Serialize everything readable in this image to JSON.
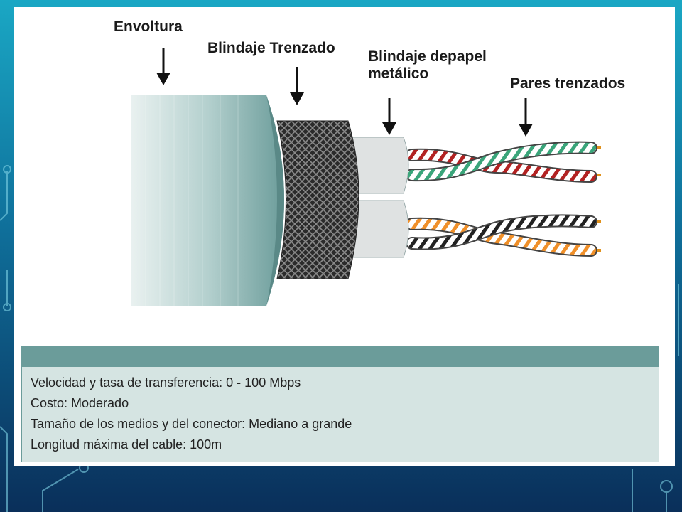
{
  "labels": {
    "jacket": "Envoltura",
    "braid": "Blindaje Trenzado",
    "foil_line1": "Blindaje depapel",
    "foil_line2": "metálico",
    "pairs": "Pares trenzados"
  },
  "specs": [
    "Velocidad y tasa de transferencia: 0 - 100 Mbps",
    "Costo: Moderado",
    "Tamaño de los medios y del conector:  Mediano a grande",
    "Longitud máxima del cable:  100m"
  ],
  "colors": {
    "jacket_dark": "#6b9c9a",
    "jacket_light": "#e6efee",
    "info_header": "#6b9c9a",
    "info_body": "#d5e4e2",
    "pair1_a": "#b22222",
    "pair1_b": "#3aa57a",
    "pair2_a": "#222222",
    "pair2_b": "#f0902a",
    "copper": "#e0901a"
  }
}
